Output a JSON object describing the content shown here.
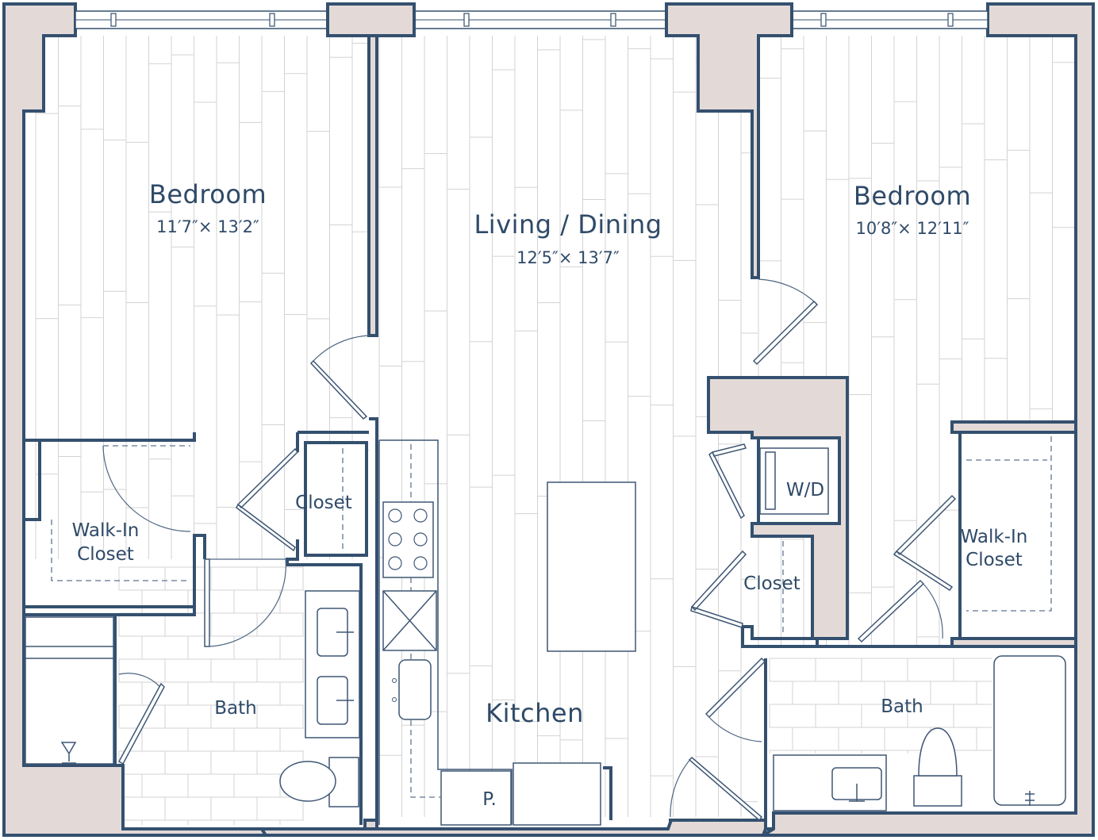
{
  "rooms": {
    "bedroom_left": {
      "name": "Bedroom",
      "dims": "11′7″× 13′2″"
    },
    "living_dining": {
      "name": "Living / Dining",
      "dims": "12′5″× 13′7″"
    },
    "bedroom_right": {
      "name": "Bedroom",
      "dims": "10′8″× 12′11″"
    },
    "kitchen": {
      "name": "Kitchen"
    },
    "bath_left": {
      "name": "Bath"
    },
    "bath_right": {
      "name": "Bath"
    },
    "walkin_left": {
      "line1": "Walk-In",
      "line2": "Closet"
    },
    "walkin_right": {
      "line1": "Walk-In",
      "line2": "Closet"
    },
    "closet_left": {
      "name": "Closet"
    },
    "closet_right": {
      "name": "Closet"
    },
    "laundry": {
      "name": "W/D"
    },
    "pantry": {
      "name": "P."
    }
  },
  "colors": {
    "wall_stroke": "#34506f",
    "wall_fill": "#e3dad7",
    "text": "#2f4a68",
    "floor_lines": "#d3d3d3"
  }
}
